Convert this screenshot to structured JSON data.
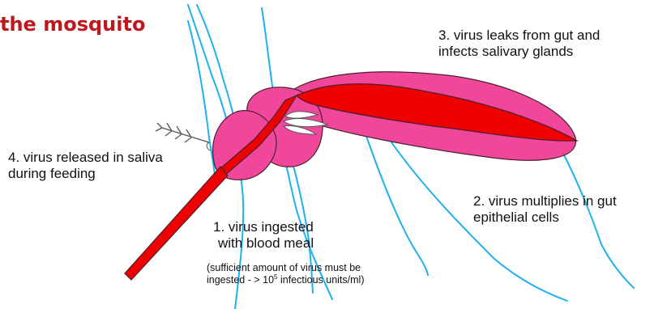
{
  "title": "the mosquito",
  "steps": [
    {
      "line1": "1. virus ingested",
      "line2": "with blood meal"
    },
    {
      "line1": "2. virus multiplies in gut",
      "line2": "epithelial cells"
    },
    {
      "line1": "3. virus leaks from gut and",
      "line2": "infects salivary glands"
    },
    {
      "line1": "4. virus released in saliva",
      "line2": "during feeding"
    }
  ],
  "note": {
    "line1": "(sufficient amount of virus must be",
    "line2_before": "ingested - > 10",
    "line2_sup": "5",
    "line2_after": " infectious units/ml)"
  },
  "colors": {
    "body": "#f0479a",
    "gut": "#f00000",
    "outline": "#4a2030",
    "legs": "#1fb0f0",
    "title": "#c0171c"
  }
}
